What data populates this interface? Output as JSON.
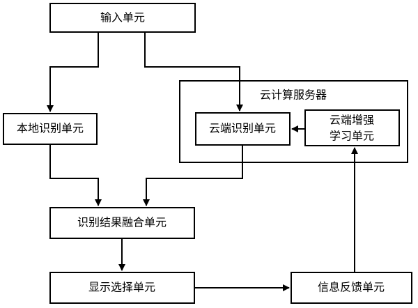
{
  "diagram": {
    "nodes": [
      {
        "id": "input",
        "label": "输入单元"
      },
      {
        "id": "local",
        "label": "本地识别单元"
      },
      {
        "id": "cloud_recog",
        "label": "云端识别单元"
      },
      {
        "id": "cloud_learn_1",
        "label": "云端增强"
      },
      {
        "id": "cloud_learn_2",
        "label": "学习单元"
      },
      {
        "id": "fusion",
        "label": "识别结果融合单元"
      },
      {
        "id": "display",
        "label": "显示选择单元"
      },
      {
        "id": "feedback",
        "label": "信息反馈单元"
      }
    ],
    "group": {
      "id": "cloud_server",
      "label": "云计算服务器"
    },
    "edges": [
      {
        "from": "input",
        "to": "local"
      },
      {
        "from": "input",
        "to": "cloud_recog"
      },
      {
        "from": "cloud_learn",
        "to": "cloud_recog"
      },
      {
        "from": "local",
        "to": "fusion"
      },
      {
        "from": "cloud_recog",
        "to": "fusion"
      },
      {
        "from": "fusion",
        "to": "display"
      },
      {
        "from": "display",
        "to": "feedback"
      },
      {
        "from": "feedback",
        "to": "cloud_learn"
      }
    ]
  }
}
